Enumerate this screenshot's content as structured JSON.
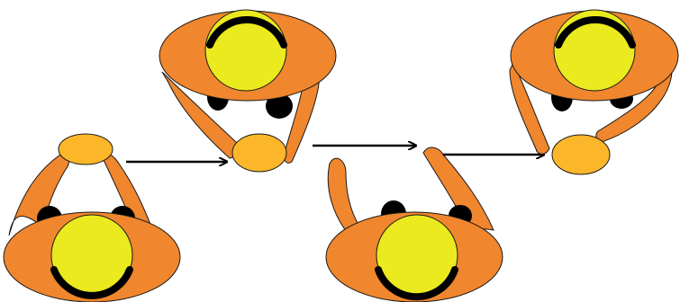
{
  "diagram": {
    "description_visible_text": "",
    "colors": {
      "shoulders": "#f0862d",
      "arms": "#f0862d",
      "head": "#eaea1e",
      "hair": "#000000",
      "hands_ball": "#fbb62a",
      "outline": "#1a1a1a",
      "arrow": "#000000",
      "background": "#ffffff"
    },
    "figures": [
      {
        "name": "figure-1",
        "orientation": "facing-up",
        "hands": "together-above-head"
      },
      {
        "name": "figure-2",
        "orientation": "facing-down",
        "hands": "together-below-head"
      },
      {
        "name": "figure-3",
        "orientation": "facing-up",
        "hands": "arms-raised-apart"
      },
      {
        "name": "figure-4",
        "orientation": "facing-down",
        "hands": "together-below-head"
      }
    ],
    "arrows": [
      {
        "name": "arrow-1",
        "from": "figure-1",
        "to": "figure-2"
      },
      {
        "name": "arrow-2",
        "from": "figure-2",
        "to": "figure-3"
      },
      {
        "name": "arrow-3",
        "from": "figure-3",
        "to": "figure-4"
      }
    ]
  }
}
